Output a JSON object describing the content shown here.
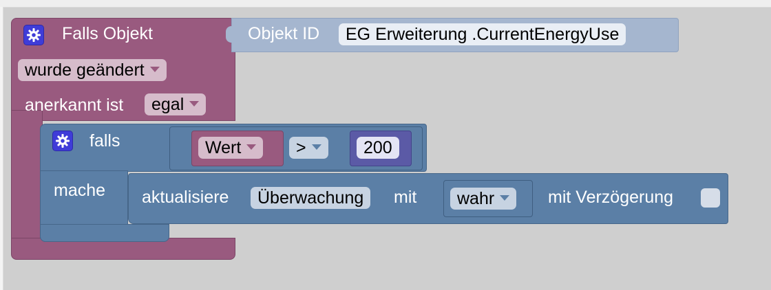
{
  "colors": {
    "event_block": "#995a7f",
    "logic_block": "#5b7fa6",
    "objectid_block": "#a5b6cf",
    "value_block": "#5b5aa6",
    "gear": "#3f3cd8"
  },
  "event_block": {
    "title": "Falls Objekt",
    "trigger": "wurde geändert",
    "ack_label": "anerkannt ist",
    "ack_value": "egal"
  },
  "objectid_block": {
    "label": "Objekt ID",
    "value": "EG Erweiterung .CurrentEnergyUse"
  },
  "if_block": {
    "if_label": "falls",
    "do_label": "mache"
  },
  "compare_block": {
    "left": "Wert",
    "operator": ">",
    "right": "200"
  },
  "update_block": {
    "label": "aktualisiere",
    "variable": "Überwachung",
    "with_label": "mit",
    "value": "wahr",
    "delay_label": "mit Verzögerung"
  },
  "icons": [
    "gear-icon",
    "dropdown-arrow-icon"
  ]
}
